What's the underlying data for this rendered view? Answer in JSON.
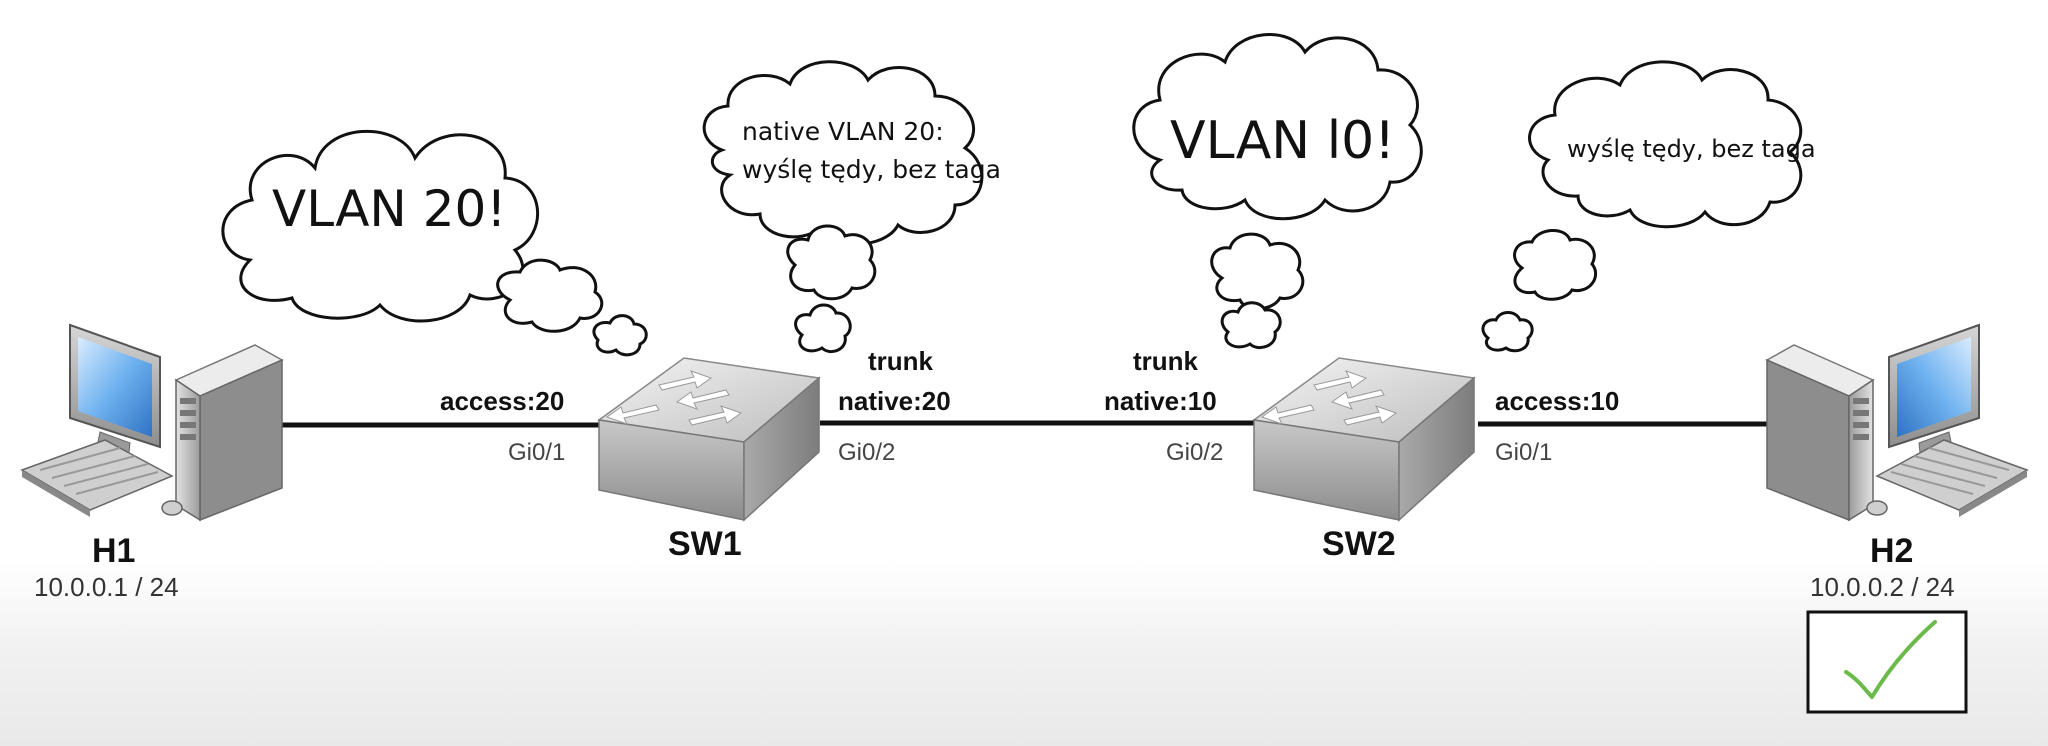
{
  "hosts": {
    "h1": {
      "name": "H1",
      "ip": "10.0.0.1 / 24"
    },
    "h2": {
      "name": "H2",
      "ip": "10.0.0.2 / 24"
    }
  },
  "switches": {
    "sw1": {
      "name": "SW1"
    },
    "sw2": {
      "name": "SW2"
    }
  },
  "links": {
    "h1_sw1": {
      "mode": "access:20",
      "port": "Gi0/1"
    },
    "sw1_sw2": {
      "sw1_mode": "trunk",
      "sw1_native": "native:20",
      "sw1_port": "Gi0/2",
      "sw2_mode": "trunk",
      "sw2_native": "native:10",
      "sw2_port": "Gi0/2"
    },
    "sw2_h2": {
      "mode": "access:10",
      "port": "Gi0/1"
    }
  },
  "thoughts": {
    "h1": "VLAN 20!",
    "sw1_line1": "native VLAN 20:",
    "sw1_line2": "wyślę tędy, bez taga",
    "sw2": "VLAN l0!",
    "sw2_out": "wyślę tędy, bez taga"
  },
  "colors": {
    "check": "#6cba4a",
    "link": "#111111"
  },
  "icons": {
    "pc": "desktop-computer-icon",
    "switch": "layer2-switch-icon",
    "result": "checkmark-icon"
  }
}
